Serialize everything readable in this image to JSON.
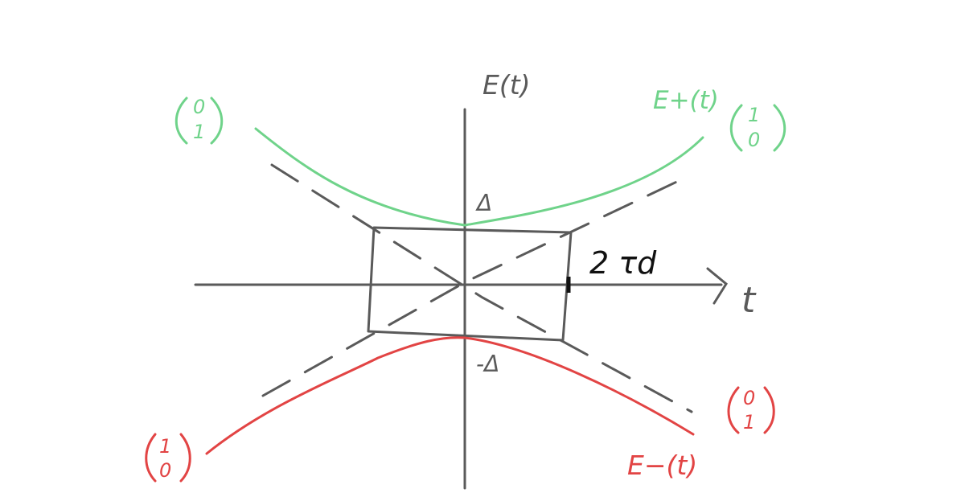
{
  "diagram": {
    "axis_labels": {
      "y": "E(t)",
      "x": "t"
    },
    "curves": {
      "upper": {
        "label": "E+(t)",
        "color": "#6fd38a"
      },
      "lower": {
        "label": "E−(t)",
        "color": "#e24444"
      }
    },
    "markers": {
      "delta_pos": "Δ",
      "delta_neg": "-Δ",
      "tau": "2 τd"
    },
    "state_vectors": {
      "upper_left": [
        "0",
        "1"
      ],
      "upper_right": [
        "1",
        "0"
      ],
      "lower_left": [
        "1",
        "0"
      ],
      "lower_right": [
        "0",
        "1"
      ]
    },
    "colors": {
      "ink": "#5a5a5a",
      "dark_ink": "#111111"
    }
  }
}
